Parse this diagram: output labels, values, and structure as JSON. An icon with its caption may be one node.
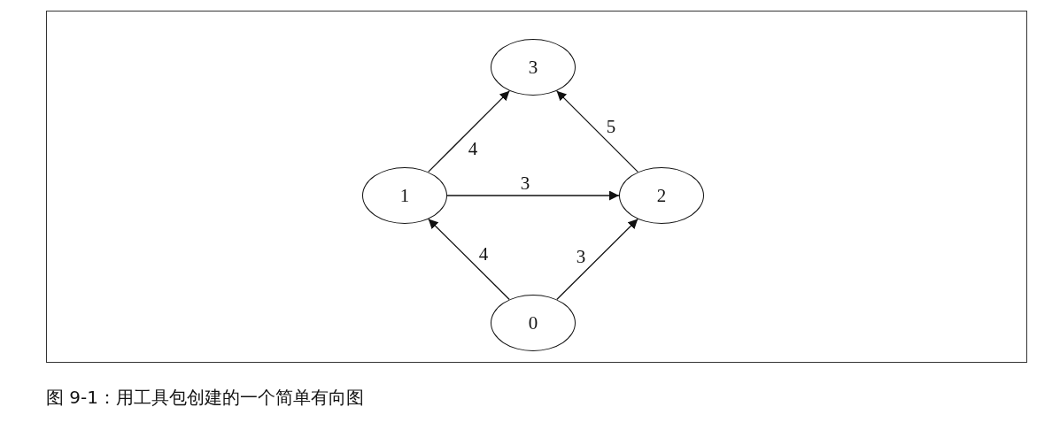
{
  "diagram": {
    "caption": "图 9-1：用工具包创建的一个简单有向图",
    "nodes": [
      {
        "text": [
          "3"
        ]
      },
      {
        "text": [
          "1"
        ]
      },
      {
        "text": [
          "2"
        ]
      },
      {
        "text": [
          "0"
        ]
      }
    ],
    "edges": [
      {
        "from": 1,
        "to": 0,
        "arrow": "to",
        "label": "4"
      },
      {
        "from": 2,
        "to": 0,
        "arrow": "to",
        "label": "5"
      },
      {
        "from": 1,
        "to": 2,
        "arrow": "to",
        "label": "3"
      },
      {
        "from": 3,
        "to": 1,
        "arrow": "to",
        "label": "4"
      },
      {
        "from": 3,
        "to": 2,
        "arrow": "to",
        "label": "3"
      }
    ]
  }
}
